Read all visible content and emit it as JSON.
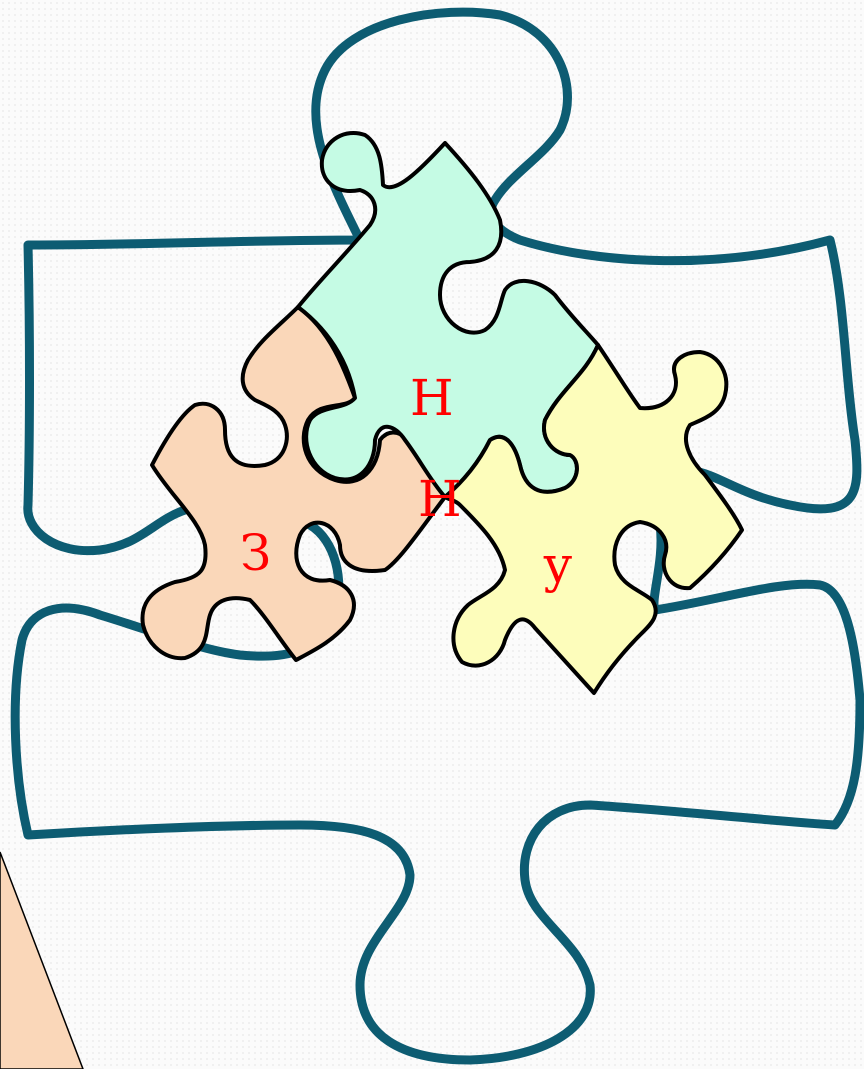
{
  "colors": {
    "outline": "#0d5c72",
    "piece_nose": "#c5fbe4",
    "piece_pink": "#fad7b9",
    "piece_yellow": "#fdfdbb",
    "letter": "#ff0000",
    "corner_shape": "#fad7b9"
  },
  "pieces": {
    "green": {
      "letter": "Н"
    },
    "pink": {
      "letter": "З"
    },
    "yellow": {
      "letter": "у"
    },
    "hidden": {
      "letter": "Н"
    }
  }
}
